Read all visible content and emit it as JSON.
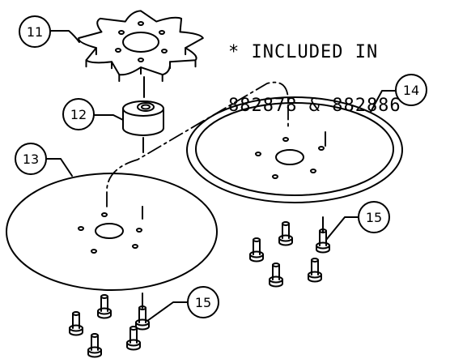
{
  "note": {
    "line1": "* INCLUDED IN",
    "line2": "882878 & 882886"
  },
  "callouts": [
    {
      "id": "sprocket",
      "label": "11"
    },
    {
      "id": "bearing",
      "label": "12"
    },
    {
      "id": "plate-left",
      "label": "13"
    },
    {
      "id": "plate-right",
      "label": "14"
    },
    {
      "id": "bolts-right",
      "label": "15"
    },
    {
      "id": "bolts-left",
      "label": "15"
    }
  ]
}
